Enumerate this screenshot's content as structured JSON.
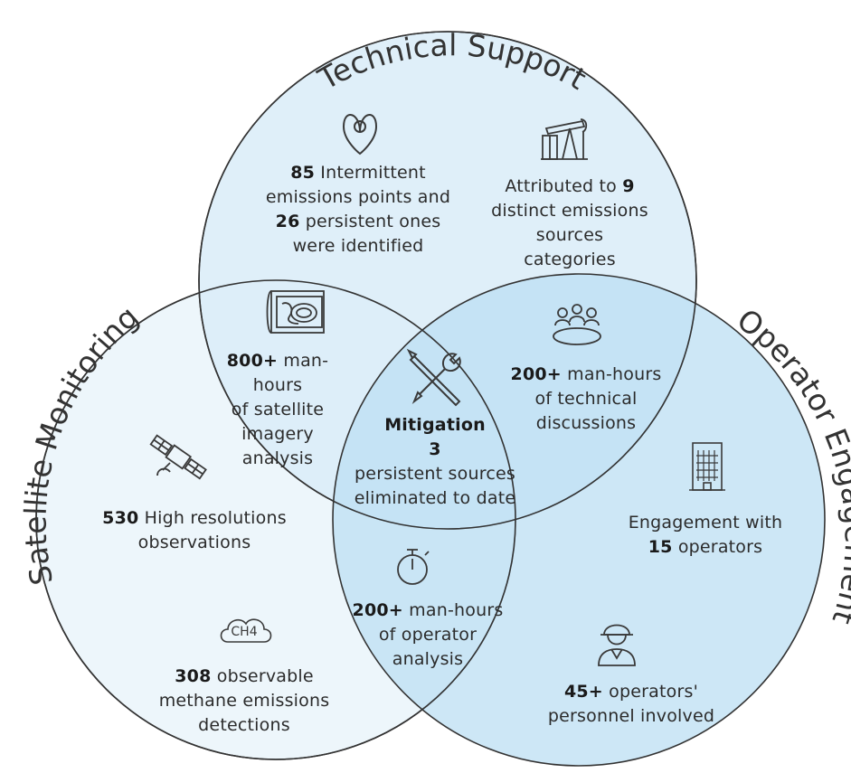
{
  "circles": {
    "technical": {
      "title": "Technical Support",
      "fill": "#d9ecf8"
    },
    "satellite": {
      "title": "Satellite Monitoring",
      "fill": "#edf6fb"
    },
    "operator": {
      "title": "Operator Engagement",
      "fill": "#bcdff3"
    }
  },
  "colors": {
    "stroke": "#333333",
    "icon": "#3a3a3a"
  },
  "items": {
    "intermittent": {
      "n1": "85",
      "t1": " Intermittent",
      "t2": "emissions points and",
      "n2": "26",
      "t3": " persistent ones",
      "t4": "were identified",
      "icon": "location-pin-icon"
    },
    "attributed": {
      "t1": "Attributed to ",
      "n1": "9",
      "t2": "distinct emissions",
      "t3": "sources",
      "t4": "categories",
      "icon": "oil-pump-icon"
    },
    "imagery": {
      "n1": "800+",
      "t1": " man-hours",
      "t2": "of satellite",
      "t3": "imagery",
      "t4": "analysis",
      "icon": "topographic-map-icon"
    },
    "discussions": {
      "n1": "200+",
      "t1": " man-hours",
      "t2": "of technical",
      "t3": "discussions",
      "icon": "meeting-table-icon"
    },
    "mitigation": {
      "title": "Mitigation",
      "n1": "3",
      "t1": "persistent sources",
      "t2": "eliminated to date",
      "icon": "tools-icon"
    },
    "observations": {
      "n1": "530",
      "t1": " High resolutions",
      "t2": "observations",
      "icon": "satellite-icon"
    },
    "detections": {
      "badge": "CH4",
      "n1": "308",
      "t1": " observable",
      "t2": "methane emissions",
      "t3": "detections",
      "icon": "cloud-ch4-icon"
    },
    "operator_analysis": {
      "n1": "200+",
      "t1": " man-hours",
      "t2": "of operator",
      "t3": "analysis",
      "icon": "stopwatch-icon"
    },
    "engagement": {
      "t1": "Engagement with",
      "n1": "15",
      "t2": " operators",
      "icon": "office-building-icon"
    },
    "personnel": {
      "n1": "45+",
      "t1": " operators'",
      "t2": "personnel involved",
      "icon": "worker-icon"
    }
  }
}
